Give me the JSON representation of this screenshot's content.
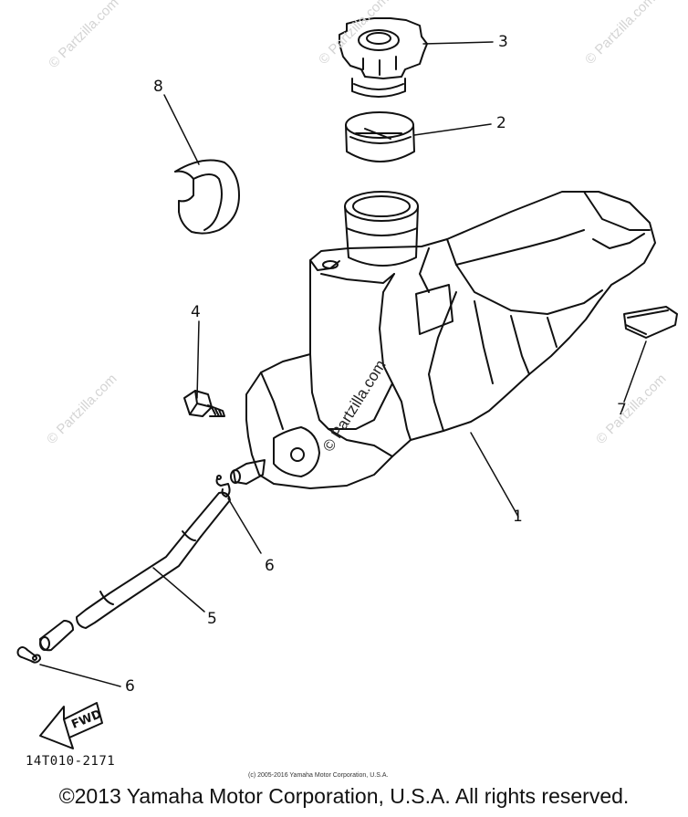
{
  "callouts": {
    "c1": "1",
    "c2": "2",
    "c3": "3",
    "c4": "4",
    "c5": "5",
    "c6a": "6",
    "c6b": "6",
    "c7": "7",
    "c8": "8"
  },
  "fwd_label": "FWD",
  "diagram_code": "14T010-2171",
  "small_copyright": "(c) 2005-2016 Yamaha Motor Corporation, U.S.A.",
  "copyright": "©2013 Yamaha Motor Corporation, U.S.A. All rights reserved.",
  "watermark": "© Partzilla.com",
  "colors": {
    "line": "#111111",
    "watermark": "#d4d4d4",
    "background": "#ffffff"
  }
}
